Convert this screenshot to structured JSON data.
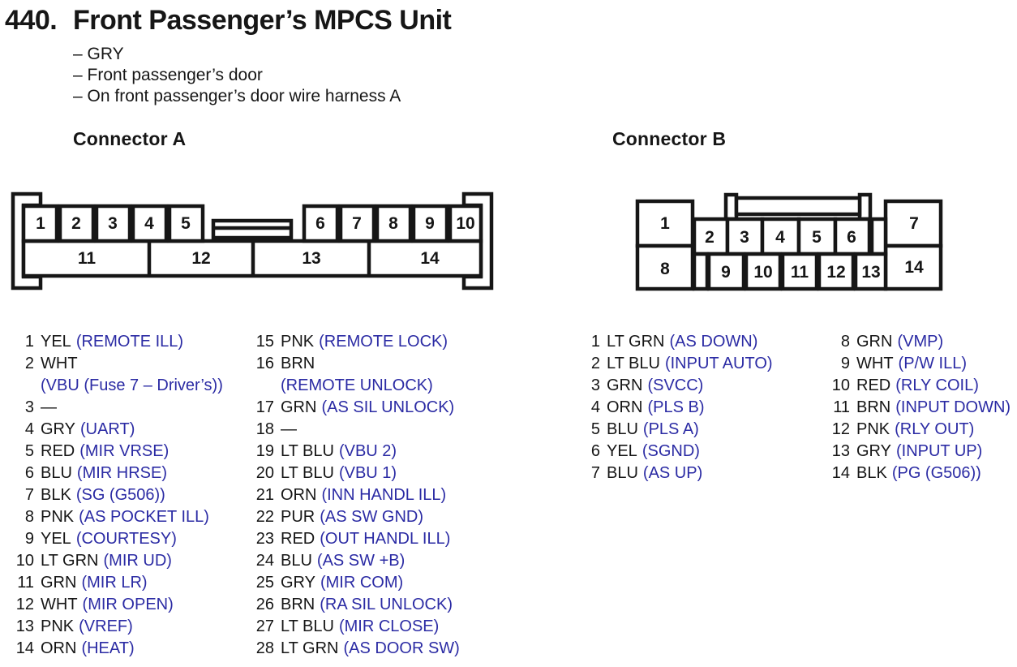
{
  "colors": {
    "text": "#161616",
    "signal_blue": "#2B2BA4",
    "background": "#ffffff"
  },
  "header": {
    "section_number": "440.",
    "title": "Front Passenger’s MPCS Unit",
    "notes": [
      "– GRY",
      "– Front passenger’s door",
      "– On front passenger’s door wire harness A"
    ]
  },
  "connector_a": {
    "heading": "Connector A",
    "diagram_pins": [
      "1",
      "2",
      "3",
      "4",
      "5",
      "6",
      "7",
      "8",
      "9",
      "10",
      "11",
      "12",
      "13",
      "14"
    ],
    "columns": [
      {
        "rows": [
          {
            "n": "1",
            "color": "YEL",
            "signal": "(REMOTE ILL)"
          },
          {
            "n": "2",
            "color": "WHT",
            "signal": ""
          },
          {
            "n": "",
            "color": "",
            "signal": "(VBU (Fuse 7 – Driver’s))"
          },
          {
            "n": "3",
            "color": "—",
            "signal": ""
          },
          {
            "n": "4",
            "color": "GRY",
            "signal": "(UART)"
          },
          {
            "n": "5",
            "color": "RED",
            "signal": "(MIR VRSE)"
          },
          {
            "n": "6",
            "color": "BLU",
            "signal": "(MIR HRSE)"
          },
          {
            "n": "7",
            "color": "BLK",
            "signal": "(SG (G506))"
          },
          {
            "n": "8",
            "color": "PNK",
            "signal": "(AS POCKET ILL)"
          },
          {
            "n": "9",
            "color": "YEL",
            "signal": "(COURTESY)"
          },
          {
            "n": "10",
            "color": "LT GRN",
            "signal": "(MIR UD)"
          },
          {
            "n": "11",
            "color": "GRN",
            "signal": "(MIR LR)"
          },
          {
            "n": "12",
            "color": "WHT",
            "signal": "(MIR OPEN)"
          },
          {
            "n": "13",
            "color": "PNK",
            "signal": "(VREF)"
          },
          {
            "n": "14",
            "color": "ORN",
            "signal": "(HEAT)"
          }
        ]
      },
      {
        "rows": [
          {
            "n": "15",
            "color": "PNK",
            "signal": "(REMOTE LOCK)"
          },
          {
            "n": "16",
            "color": "BRN",
            "signal": ""
          },
          {
            "n": "",
            "color": "",
            "signal": "(REMOTE UNLOCK)"
          },
          {
            "n": "17",
            "color": "GRN",
            "signal": "(AS SIL UNLOCK)"
          },
          {
            "n": "18",
            "color": "—",
            "signal": ""
          },
          {
            "n": "19",
            "color": "LT BLU",
            "signal": "(VBU 2)"
          },
          {
            "n": "20",
            "color": "LT BLU",
            "signal": "(VBU 1)"
          },
          {
            "n": "21",
            "color": "ORN",
            "signal": "(INN HANDL ILL)"
          },
          {
            "n": "22",
            "color": "PUR",
            "signal": "(AS SW GND)"
          },
          {
            "n": "23",
            "color": "RED",
            "signal": "(OUT HANDL ILL)"
          },
          {
            "n": "24",
            "color": "BLU",
            "signal": "(AS SW +B)"
          },
          {
            "n": "25",
            "color": "GRY",
            "signal": "(MIR COM)"
          },
          {
            "n": "26",
            "color": "BRN",
            "signal": "(RA SIL UNLOCK)"
          },
          {
            "n": "27",
            "color": "LT BLU",
            "signal": "(MIR CLOSE)"
          },
          {
            "n": "28",
            "color": "LT GRN",
            "signal": "(AS DOOR SW)"
          }
        ]
      }
    ]
  },
  "connector_b": {
    "heading": "Connector B",
    "diagram_pins": [
      "1",
      "2",
      "3",
      "4",
      "5",
      "6",
      "7",
      "8",
      "9",
      "10",
      "11",
      "12",
      "13",
      "14"
    ],
    "columns": [
      {
        "rows": [
          {
            "n": "1",
            "color": "LT GRN",
            "signal": "(AS DOWN)"
          },
          {
            "n": "2",
            "color": "LT BLU",
            "signal": "(INPUT AUTO)"
          },
          {
            "n": "3",
            "color": "GRN",
            "signal": "(SVCC)"
          },
          {
            "n": "4",
            "color": "ORN",
            "signal": "(PLS B)"
          },
          {
            "n": "5",
            "color": "BLU",
            "signal": "(PLS A)"
          },
          {
            "n": "6",
            "color": "YEL",
            "signal": "(SGND)"
          },
          {
            "n": "7",
            "color": "BLU",
            "signal": "(AS UP)"
          }
        ]
      },
      {
        "rows": [
          {
            "n": "8",
            "color": "GRN",
            "signal": "(VMP)"
          },
          {
            "n": "9",
            "color": "WHT",
            "signal": "(P/W ILL)"
          },
          {
            "n": "10",
            "color": "RED",
            "signal": "(RLY COIL)"
          },
          {
            "n": "11",
            "color": "BRN",
            "signal": "(INPUT DOWN)"
          },
          {
            "n": "12",
            "color": "PNK",
            "signal": "(RLY OUT)"
          },
          {
            "n": "13",
            "color": "GRY",
            "signal": "(INPUT UP)"
          },
          {
            "n": "14",
            "color": "BLK",
            "signal": "(PG (G506))"
          }
        ]
      }
    ]
  }
}
